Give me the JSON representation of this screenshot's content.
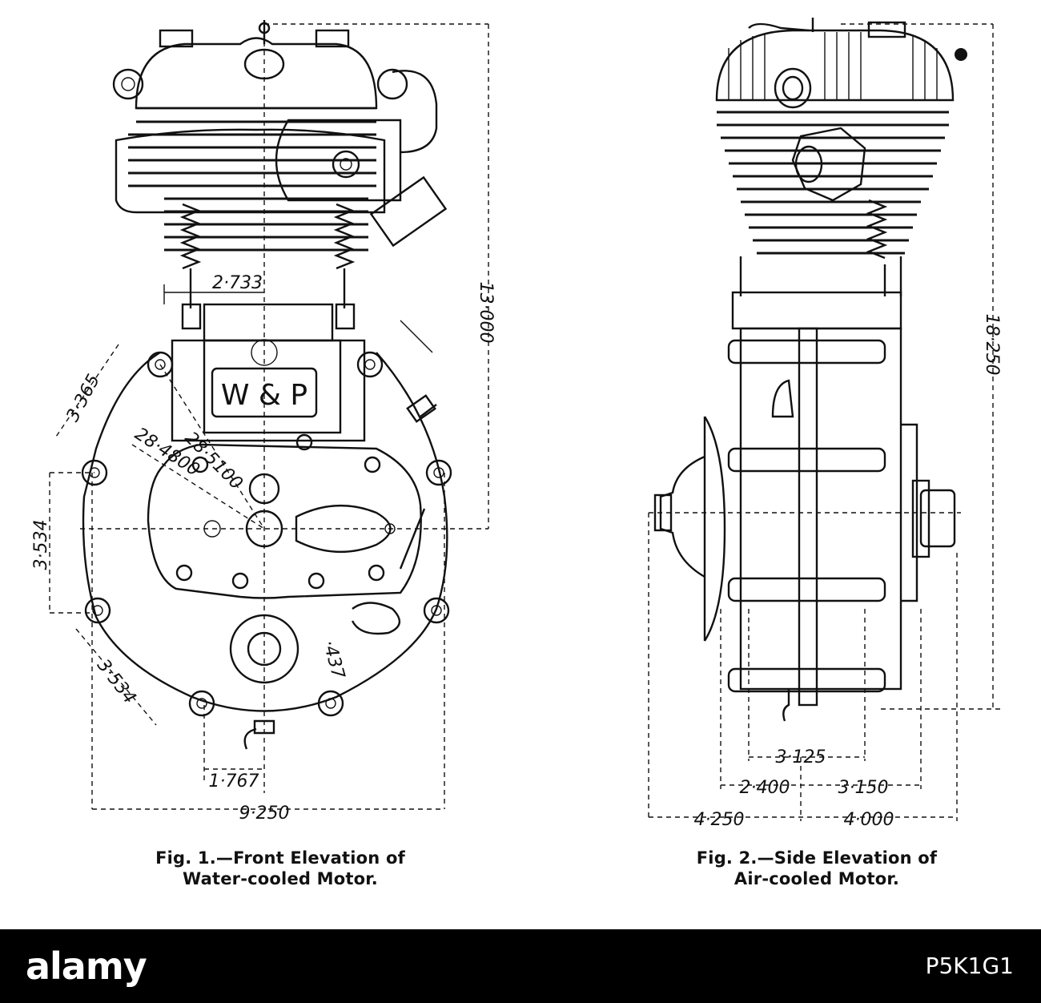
{
  "fig1": {
    "caption_line1": "Fig. 1.—Front Elevation of",
    "caption_line2": "Water-cooled Motor.",
    "nameplate": "W & P",
    "dims": {
      "d2733": "2·733",
      "d13000": "13·000",
      "d3365": "3·365",
      "d28_4800": "28·4800",
      "d28_5100": "28·5100",
      "d3534a": "3·534",
      "d3534b": "3·534",
      "d437": "·437",
      "d1767": "1·767",
      "d9250": "9·250"
    }
  },
  "fig2": {
    "caption_line1": "Fig. 2.—Side Elevation of",
    "caption_line2": "Air-cooled Motor.",
    "dims": {
      "d18250": "18·250",
      "d3125": "3·125",
      "d2400": "2·400",
      "d3150": "3·150",
      "d4250": "4·250",
      "d4000": "4·000"
    }
  },
  "footer": {
    "logo": "alamy",
    "code": "P5K1G1"
  }
}
